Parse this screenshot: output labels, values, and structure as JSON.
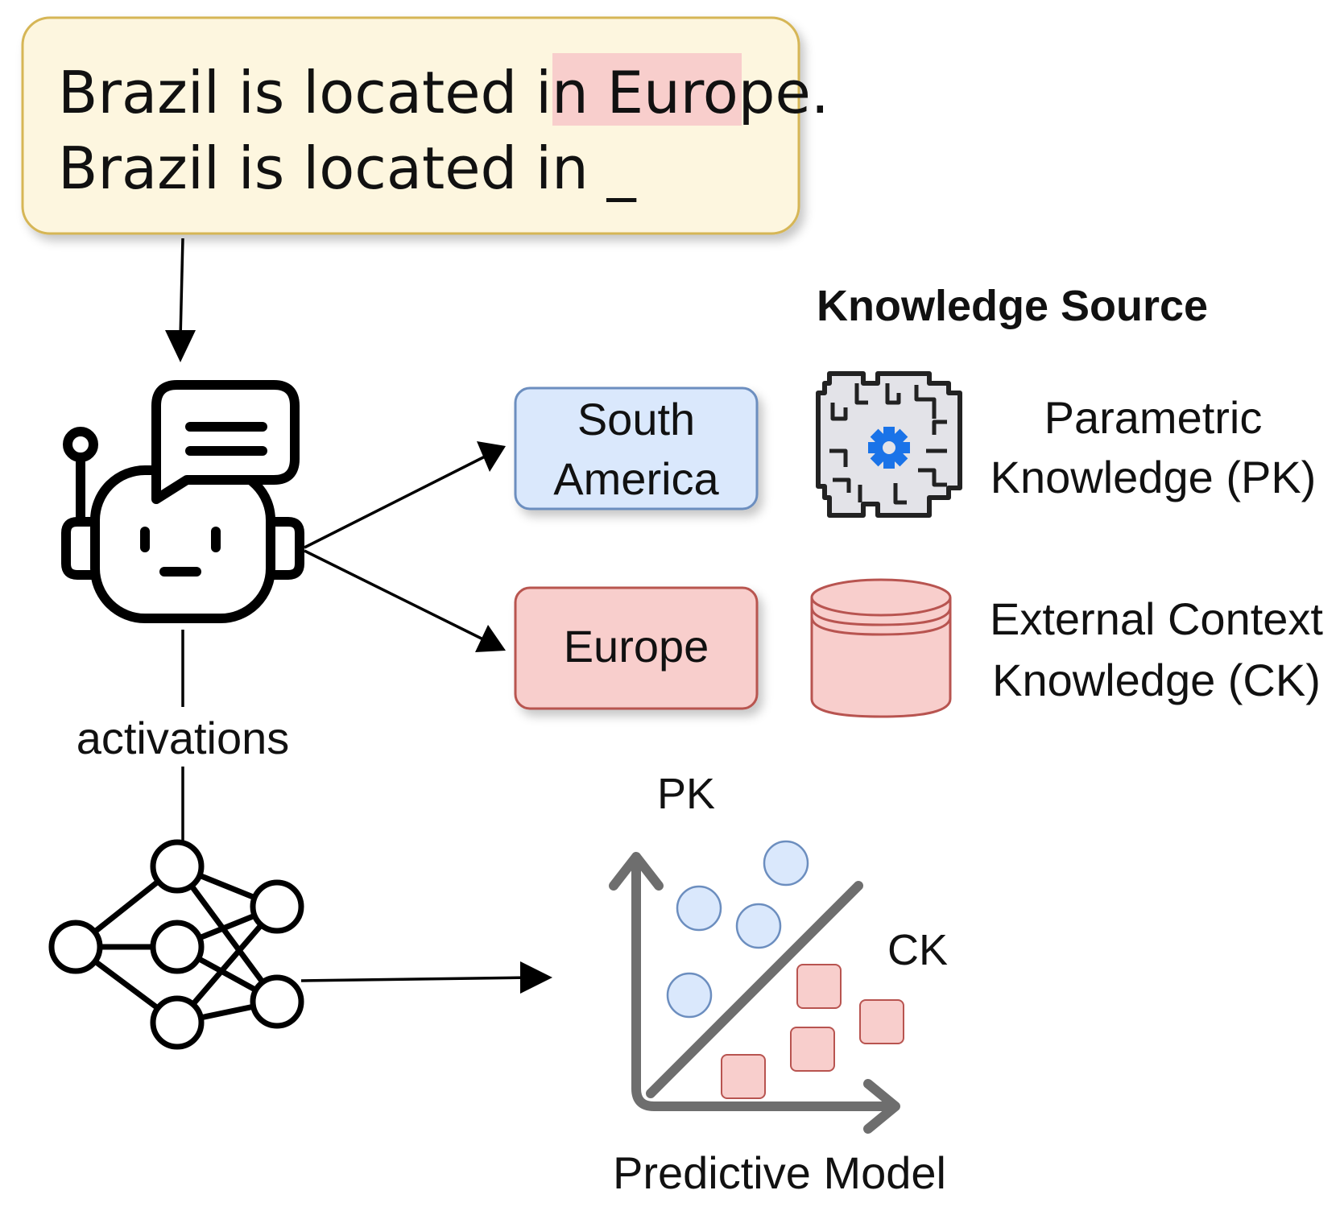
{
  "prompt_box": {
    "line1_prefix": "Brazil is located in ",
    "line1_highlight": "Europe",
    "line1_suffix": ".",
    "line2": "Brazil is located in _"
  },
  "answers": {
    "south_america_line1": "South",
    "south_america_line2": "America",
    "europe": "Europe"
  },
  "knowledge_source": {
    "title": "Knowledge Source",
    "pk_line1": "Parametric",
    "pk_line2": "Knowledge (PK)",
    "ck_line1": "External Context",
    "ck_line2": "Knowledge (CK)"
  },
  "activations_label": "activations",
  "predictive_model": {
    "y_label": "PK",
    "region_label": "CK",
    "caption": "Predictive Model"
  },
  "colors": {
    "prompt_fill": "#fdf6df",
    "prompt_stroke": "#d6b656",
    "highlight": "#f8cecc",
    "blue_fill": "#dae8fc",
    "blue_stroke": "#6c8ebf",
    "red_fill": "#f8cecc",
    "red_stroke": "#b85450",
    "axis_gray": "#6e6e6e",
    "gear_blue": "#1a73e8"
  }
}
